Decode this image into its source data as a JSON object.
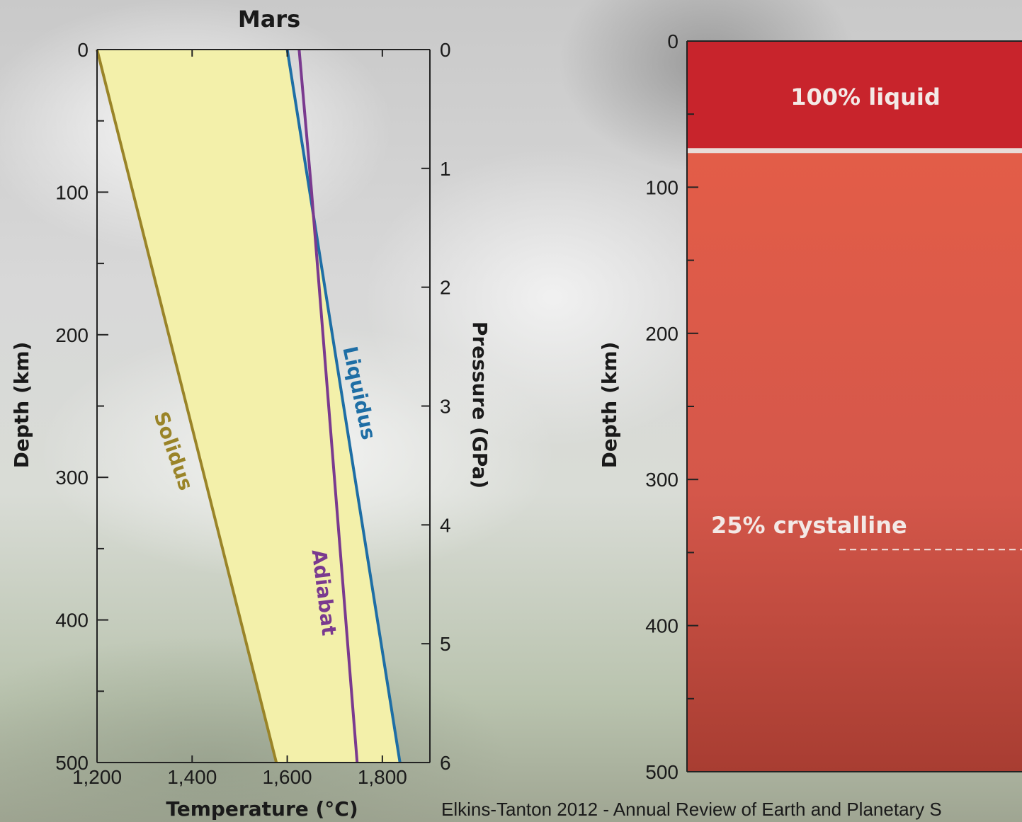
{
  "chart_data": [
    {
      "type": "line",
      "title": "Mars",
      "xlabel": "Temperature (°C)",
      "ylabel": "Depth (km)",
      "y2label": "Pressure (GPa)",
      "xlim": [
        1200,
        1900
      ],
      "ylim": [
        0,
        500
      ],
      "y2lim": [
        0,
        6
      ],
      "x_ticks": [
        1200,
        1400,
        1600,
        1800
      ],
      "x_tick_labels": [
        "1,200",
        "1,400",
        "1,600",
        "1,800"
      ],
      "y_ticks": [
        0,
        100,
        200,
        300,
        400,
        500
      ],
      "y_minor_step": 50,
      "y2_ticks": [
        0,
        1,
        2,
        3,
        4,
        5,
        6
      ],
      "fill_between": [
        "Solidus",
        "Liquidus"
      ],
      "series": [
        {
          "name": "Solidus",
          "color": "#9a8428",
          "points": [
            [
              1200,
              0
            ],
            [
              1577,
              500
            ]
          ]
        },
        {
          "name": "Liquidus",
          "color": "#1e6ea5",
          "points": [
            [
              1600,
              0
            ],
            [
              1837,
              500
            ]
          ]
        },
        {
          "name": "Adiabat",
          "color": "#7a3a8f",
          "points": [
            [
              1625,
              0
            ],
            [
              1650,
              95
            ],
            [
              1747,
              500
            ]
          ]
        }
      ],
      "fill_color": "#f3f0aa"
    },
    {
      "type": "area",
      "ylabel": "Depth (km)",
      "ylim": [
        0,
        500
      ],
      "y_ticks": [
        0,
        100,
        200,
        300,
        400,
        500
      ],
      "y_minor_step": 50,
      "bands": [
        {
          "label": "100% liquid",
          "from": 0,
          "to": 75,
          "color": "#c8242c"
        },
        {
          "label": "25% crystalline",
          "from": 75,
          "to": 500,
          "color": "#e05a45",
          "color_bottom": "#a03a30",
          "threshold": 348
        }
      ]
    }
  ],
  "credit": "Elkins-Tanton 2012 - Annual Review of Earth and Planetary S"
}
